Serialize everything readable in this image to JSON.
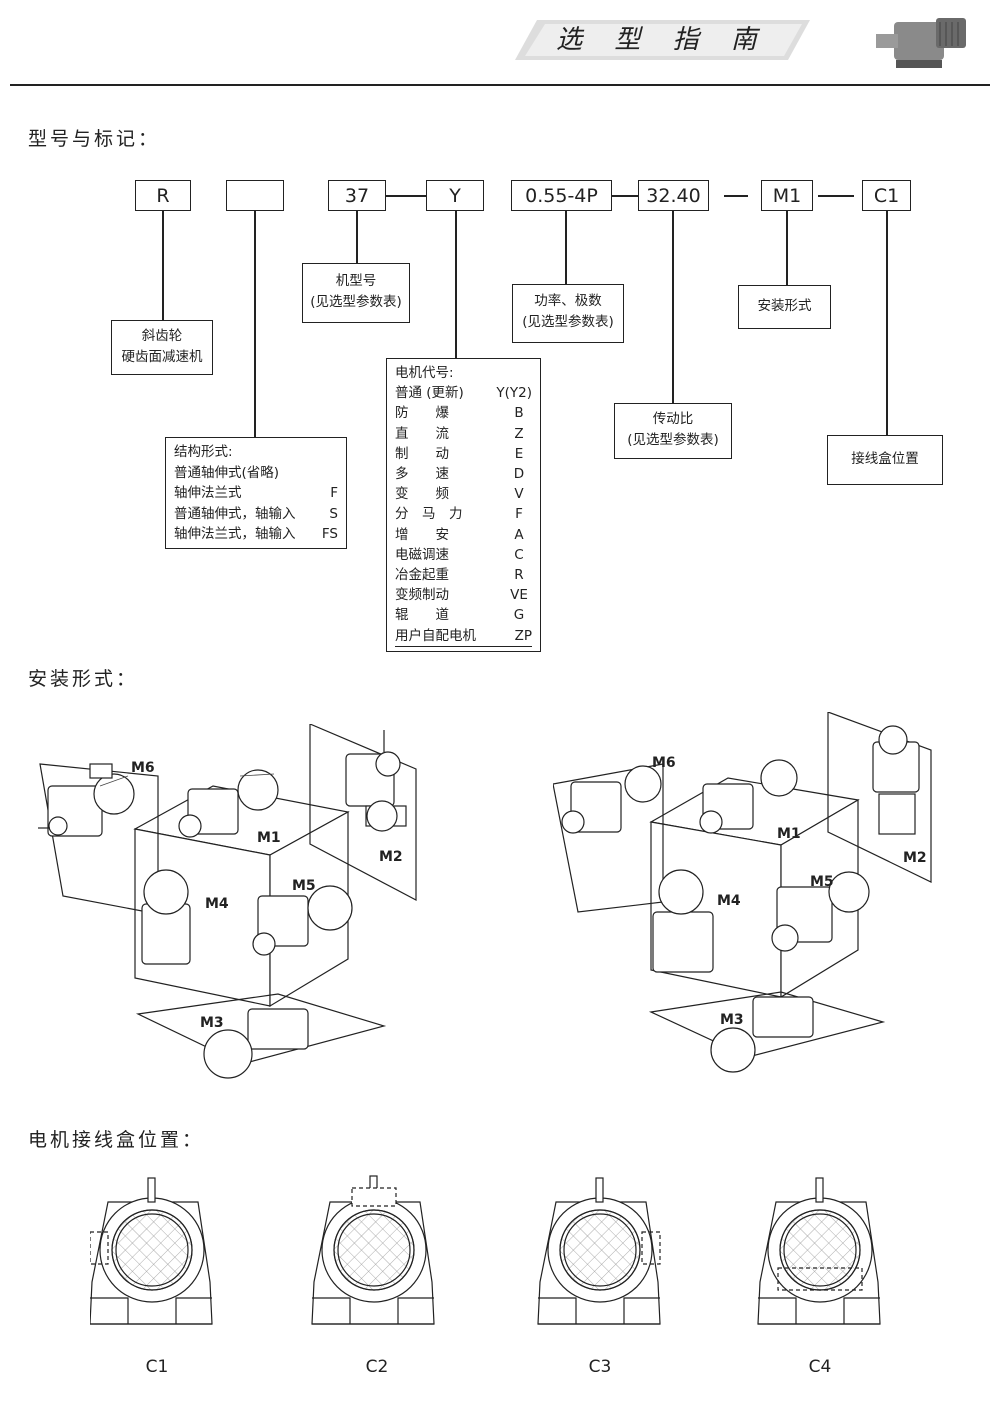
{
  "header": {
    "title": "选 型 指 南"
  },
  "sections": {
    "model": "型号与标记：",
    "mounting": "安装形式：",
    "terminal_box": "电机接线盒位置："
  },
  "codes": {
    "r": "R",
    "blank": "",
    "size": "37",
    "motor": "Y",
    "power": "0.55-4P",
    "ratio": "32.40",
    "mount": "M1",
    "box": "C1"
  },
  "labels": {
    "helical": [
      "斜齿轮",
      "硬齿面减速机"
    ],
    "machine_size": [
      "机型号",
      "(见选型参数表)"
    ],
    "power_poles": [
      "功率、极数",
      "(见选型参数表)"
    ],
    "mounting_type": "安装形式",
    "ratio": [
      "传动比",
      "(见选型参数表)"
    ],
    "terminal_position": "接线盒位置"
  },
  "structure": {
    "title": "结构形式:",
    "rows": [
      {
        "name": "普通轴伸式(省略)",
        "code": ""
      },
      {
        "name": "轴伸法兰式",
        "code": "F"
      },
      {
        "name": "普通轴伸式，轴输入",
        "code": "S"
      },
      {
        "name": "轴伸法兰式，轴输入",
        "code": "FS"
      }
    ]
  },
  "motor_codes": {
    "title": "电机代号:",
    "rows": [
      {
        "name": "普通 (更新)",
        "code": "Y(Y2)"
      },
      {
        "name": "防　　爆",
        "code": "B"
      },
      {
        "name": "直　　流",
        "code": "Z"
      },
      {
        "name": "制　　动",
        "code": "E"
      },
      {
        "name": "多　　速",
        "code": "D"
      },
      {
        "name": "变　　频",
        "code": "V"
      },
      {
        "name": "分　马　力",
        "code": "F"
      },
      {
        "name": "增　　安",
        "code": "A"
      },
      {
        "name": "电磁调速",
        "code": "C"
      },
      {
        "name": "冶金起重",
        "code": "R"
      },
      {
        "name": "变频制动",
        "code": "VE"
      },
      {
        "name": "辊　　道",
        "code": "G"
      },
      {
        "name": "用户自配电机",
        "code": "ZP"
      }
    ]
  },
  "mount_labels": [
    "M1",
    "M2",
    "M3",
    "M4",
    "M5",
    "M6"
  ],
  "terminal_captions": [
    "C1",
    "C2",
    "C3",
    "C4"
  ],
  "colors": {
    "ink": "#222222",
    "banner": "#dddddd"
  }
}
